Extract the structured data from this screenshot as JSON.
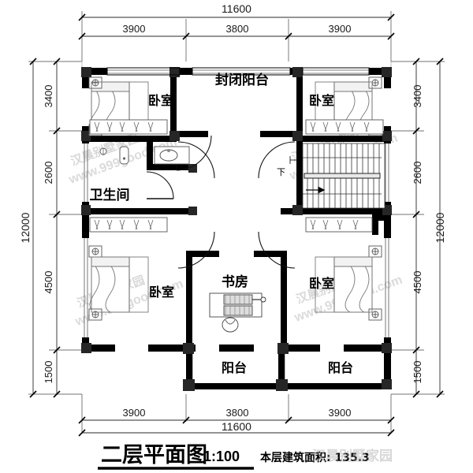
{
  "drawing": {
    "title": "二层平面图",
    "scale": "1:100",
    "area_label": "本层建筑面积: 135.3",
    "type": "architectural-floor-plan",
    "units": "mm"
  },
  "dimensions": {
    "top_overall": "11600",
    "bottom_overall": "11600",
    "left_overall": "12000",
    "right_overall": "12000",
    "top_segments": [
      "3900",
      "3800",
      "3900"
    ],
    "bottom_segments": [
      "3900",
      "3800",
      "3900"
    ],
    "left_segments": [
      "3400",
      "2600",
      "4500",
      "1500"
    ],
    "right_segments": [
      "3400",
      "2600",
      "4500",
      "1500"
    ]
  },
  "rooms": [
    {
      "id": "bedroom-top-left",
      "label": "卧室"
    },
    {
      "id": "enclosed-balcony",
      "label": "封闭阳台"
    },
    {
      "id": "bedroom-top-right",
      "label": "卧室"
    },
    {
      "id": "bathroom",
      "label": "卫生间"
    },
    {
      "id": "bedroom-bottom-left",
      "label": "卧室"
    },
    {
      "id": "study",
      "label": "书房"
    },
    {
      "id": "bedroom-bottom-right",
      "label": "卧室"
    },
    {
      "id": "balcony-left",
      "label": "阳台"
    },
    {
      "id": "balcony-right",
      "label": "阳台"
    }
  ],
  "annotations": {
    "stair_direction": "下"
  },
  "watermarks": [
    {
      "text": "汉晨别墅家园"
    },
    {
      "text": "www.999good.com"
    },
    {
      "text": "汉晨别墅家园"
    }
  ],
  "watermark_brand": "汉晨别墅家园",
  "watermark_url": "www.999good.com",
  "colors": {
    "line": "#000000",
    "background": "#ffffff",
    "wall_fill": "#000000",
    "column_fill": "#2b2b2b",
    "thin_line": "#333333",
    "watermark": "#b8b8b8",
    "furniture": "#555555"
  }
}
